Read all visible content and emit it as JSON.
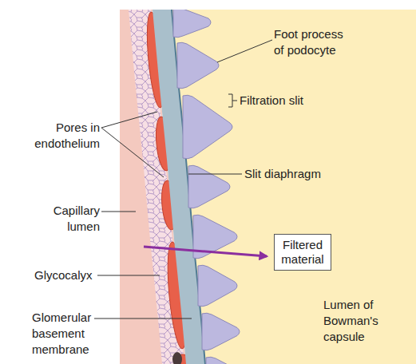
{
  "diagram": {
    "nodes": [
      {
        "text": [
          "Filtered material"
        ]
      }
    ],
    "labels": [
      "Foot process of podocyte",
      "Filtration slit",
      "Pores in endothelium",
      "Slit diaphragm",
      "Capillary lumen",
      "Glycocalyx",
      "Glomerular basement membrane",
      "Lumen of Bowman's capsule"
    ]
  }
}
